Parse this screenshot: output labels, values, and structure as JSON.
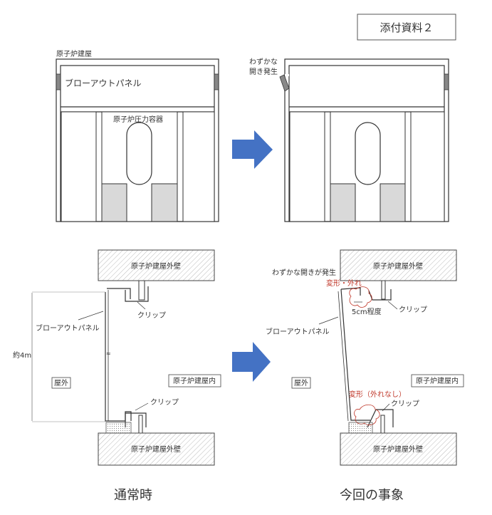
{
  "attachment_label": "添付資料２",
  "top_left": {
    "building_label": "原子炉建屋",
    "panel_label": "ブローアウトパネル",
    "vessel_label": "原子炉圧力容器"
  },
  "top_right": {
    "gap_label_line1": "わずかな",
    "gap_label_line2": "開き発生"
  },
  "bottom_left": {
    "wall_top": "原子炉建屋外壁",
    "wall_bottom": "原子炉建屋外壁",
    "clip_top": "クリップ",
    "clip_bottom": "クリップ",
    "panel": "ブローアウトパネル",
    "height": "約4m",
    "outside": "屋外",
    "inside": "原子炉建屋内"
  },
  "bottom_right": {
    "wall_top": "原子炉建屋外壁",
    "wall_bottom": "原子炉建屋外壁",
    "gap": "わずかな開きが発生",
    "deform_top": "変形・外れ",
    "distance": "5cm程度",
    "clip_top": "クリップ",
    "clip_bottom": "クリップ",
    "panel": "ブローアウトパネル",
    "deform_bottom": "変形（外れなし）",
    "outside": "屋外",
    "inside": "原子炉建屋内"
  },
  "captions": {
    "normal": "通常時",
    "event": "今回の事象"
  },
  "colors": {
    "arrow": "#4472c4",
    "shade": "#d9d9d9",
    "clip": "#808080",
    "annotation_red": "#c0392b"
  }
}
